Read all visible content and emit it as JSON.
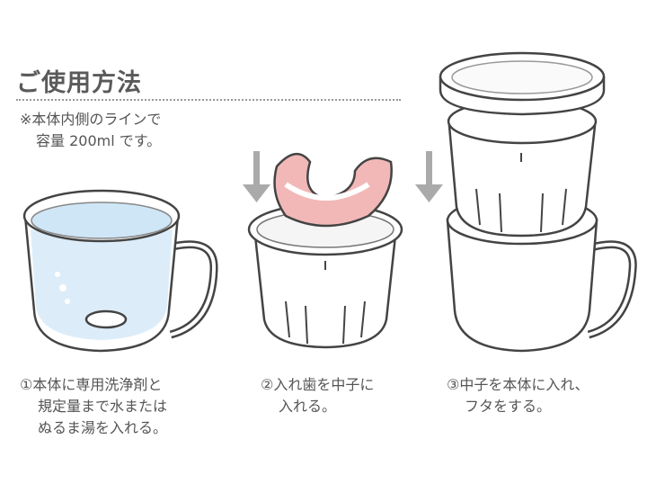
{
  "title": "ご使用方法",
  "note": {
    "line1": "※本体内側のラインで",
    "line2": "容量 200ml です。"
  },
  "steps": [
    {
      "line1": "①本体に専用洗浄剤と",
      "line2": "規定量まで水または",
      "line3": "ぬるま湯を入れる。"
    },
    {
      "line1": "②入れ歯を中子に",
      "line2": "入れる。"
    },
    {
      "line1": "③中子を本体に入れ、",
      "line2": "フタをする。"
    }
  ],
  "colors": {
    "text": "#555555",
    "arrow": "#aaaaaa",
    "water": "#cfe6f7",
    "denture": "#f2b8b8"
  }
}
